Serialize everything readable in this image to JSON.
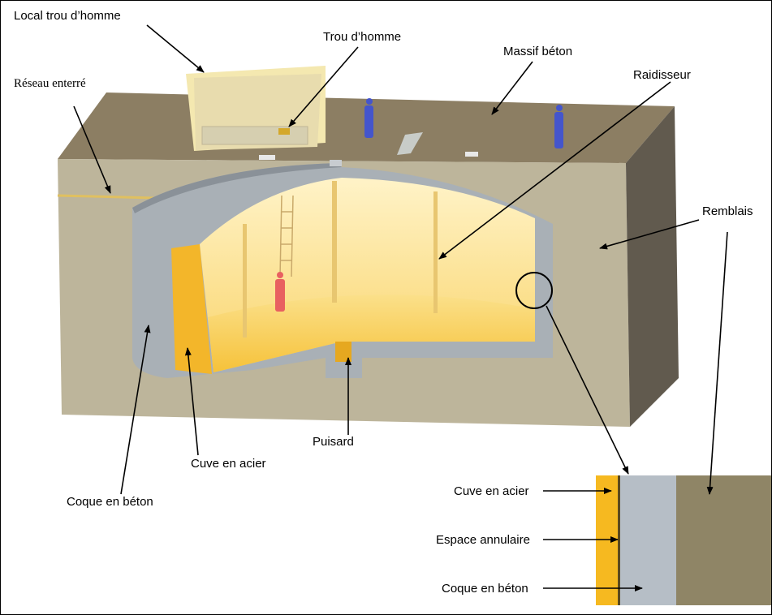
{
  "labels": {
    "local_trou_homme": "Local trou d’homme",
    "trou_homme": "Trou d’homme",
    "massif_beton": "Massif béton",
    "reseau_enterre": "Réseau enterré",
    "raidisseur": "Raidisseur",
    "remblais": "Remblais",
    "puisard": "Puisard",
    "cuve_acier": "Cuve en acier",
    "coque_beton": "Coque en béton"
  },
  "detail": {
    "cuve_acier": "Cuve en acier",
    "espace_annulaire": "Espace annulaire",
    "coque_beton": "Coque en béton"
  },
  "colors": {
    "top": "#8c7e63",
    "front": "#bdb59b",
    "side": "#615a4e",
    "shell": "#a9b0b6",
    "steel": "#f6c23a",
    "interior": "#fde9a8"
  }
}
